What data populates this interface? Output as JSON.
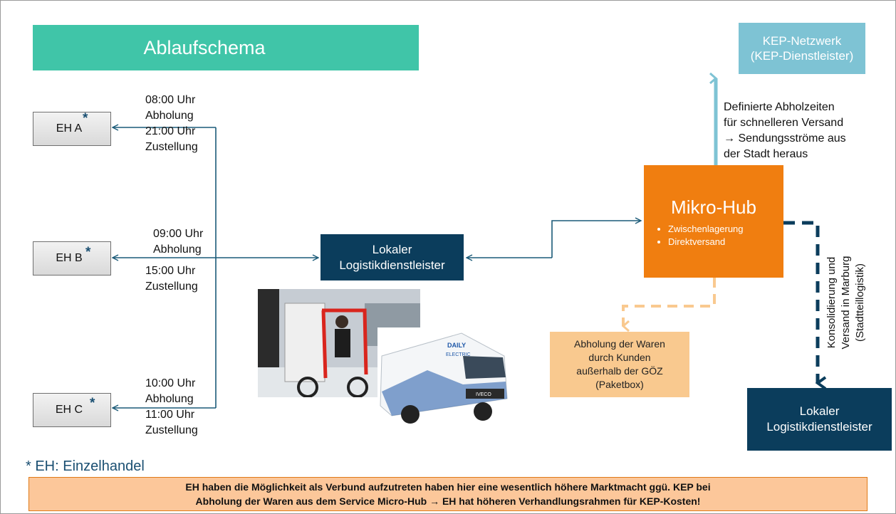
{
  "title": "Ablaufschema",
  "retailers": [
    {
      "label": "EH A",
      "star": "*",
      "times": [
        "08:00 Uhr",
        "Abholung",
        "21:00 Uhr",
        "Zustellung"
      ]
    },
    {
      "label": "EH B",
      "star": "*",
      "times": [
        "09:00 Uhr",
        "Abholung",
        "15:00 Uhr",
        "Zustellung"
      ]
    },
    {
      "label": "EH C",
      "star": "*",
      "times": [
        "10:00 Uhr",
        "Abholung",
        "11:00 Uhr",
        "Zustellung"
      ]
    }
  ],
  "lokal_center": [
    "Lokaler",
    "Logistikdienstleister"
  ],
  "lokal_right": [
    "Lokaler",
    "Logistikdienstleister"
  ],
  "kep": [
    "KEP-Netzwerk",
    "(KEP-Dienstleister)"
  ],
  "mikro_hub": {
    "title": "Mikro-Hub",
    "items": [
      "Zwischenlagerung",
      "Direktversand"
    ]
  },
  "pickup_box": [
    "Abholung der Waren",
    "durch Kunden",
    "außerhalb der GÖZ",
    "(Paketbox)"
  ],
  "kep_note": [
    "Definierte Abholzeiten",
    "für schnelleren Versand",
    "→ Sendungsströme aus",
    "der Stadt heraus"
  ],
  "consolidation_note": [
    "Konsolidierung und",
    "Versand in Marburg",
    "(Stadtteillogistik)"
  ],
  "footnote": "* EH: Einzelhandel",
  "bottom_text": [
    "EH haben die Möglichkeit als Verbund aufzutreten haben hier eine wesentlich höhere Marktmacht ggü. KEP bei",
    "Abholung der Waren aus dem Service Micro-Hub → EH hat höheren Verhandlungsrahmen für KEP-Kosten!"
  ],
  "van_text": [
    "DAILY",
    "ELECTRIC",
    "IVECO"
  ],
  "colors": {
    "title_banner": "#40c5a8",
    "dark_blue": "#0b3d5c",
    "orange": "#f07e10",
    "light_orange": "#f9c98f",
    "kep_blue": "#7ec3d4",
    "line_blue": "#1a5a78"
  }
}
